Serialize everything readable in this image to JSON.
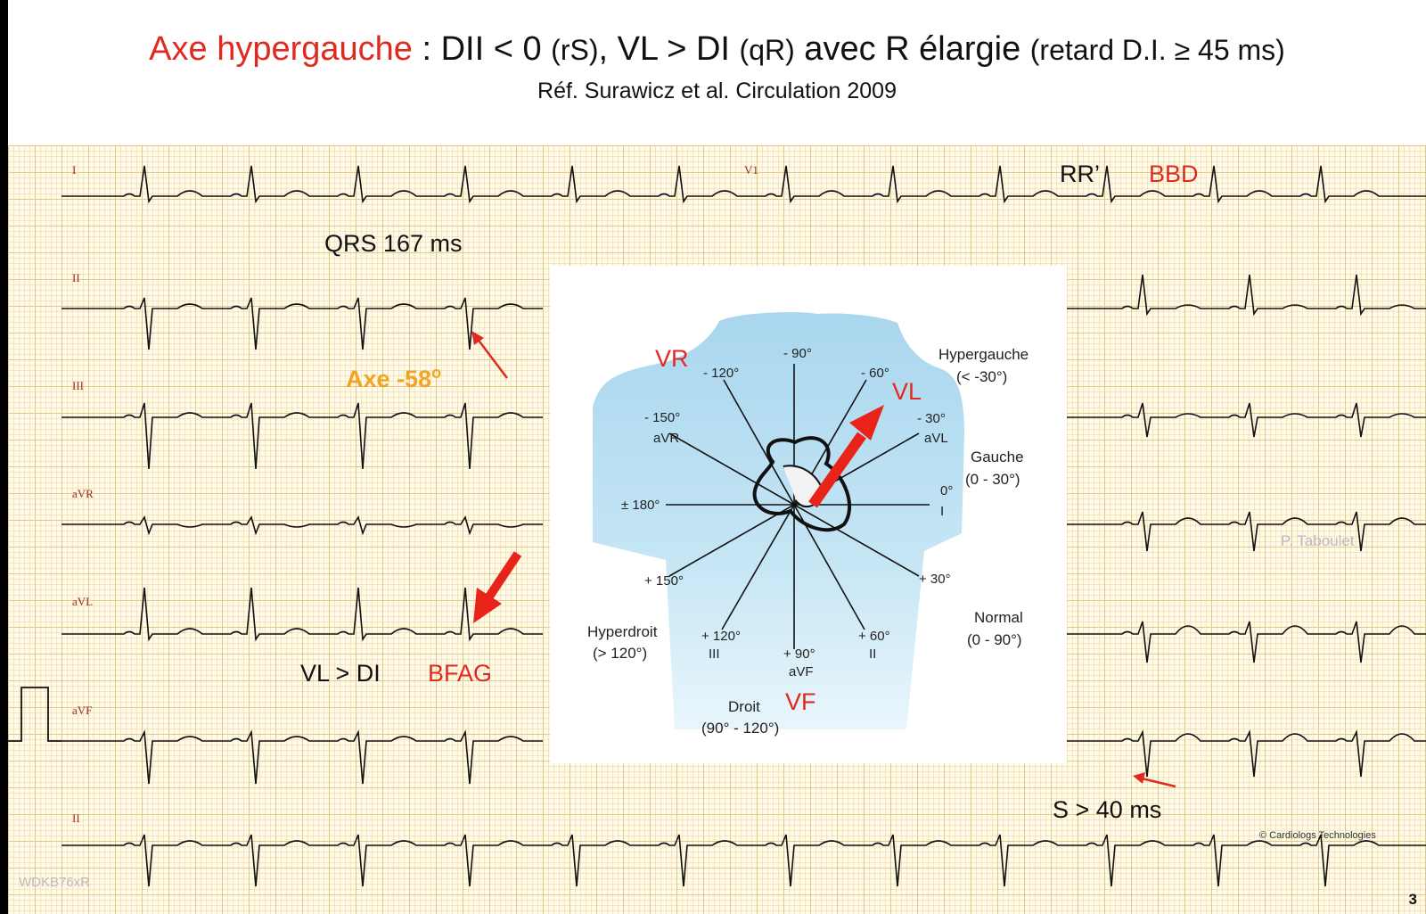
{
  "header": {
    "title_red": "Axe hypergauche",
    "title_a": " : DII < 0 ",
    "title_b": "(rS)",
    "title_c": ", VL > DI ",
    "title_d": "(qR)",
    "title_e": " avec R élargie ",
    "title_f": "(retard D.I. ≥ 45 ms)",
    "subtitle": "Réf. Surawicz et al. Circulation 2009"
  },
  "ecg": {
    "leads": [
      "I",
      "V1",
      "II",
      "III",
      "aVR",
      "aVL",
      "aVF",
      "II"
    ],
    "annotations": {
      "qrs": "QRS 167 ms",
      "axis": "Axe -58",
      "axis_deg": "o",
      "vl_di": "VL > DI",
      "bfag": "BFAG",
      "rr": "RR’",
      "bbd": "BBD",
      "s40": "S > 40 ms"
    },
    "watermark": "P. Taboulet",
    "copyright": "© Cardiologs Technologies",
    "corner_code": "WDKB76xR",
    "page_number": "3"
  },
  "inset": {
    "vr": "VR",
    "vl": "VL",
    "vf": "VF",
    "angles": {
      "m90": "- 90°",
      "m120": "- 120°",
      "m60": "- 60°",
      "m150": "- 150°",
      "avr": "aVR",
      "m30": "- 30°",
      "avl": "aVL",
      "zero": "0°",
      "i": "I",
      "pm180": "± 180°",
      "p150": "+ 150°",
      "p30": "+ 30°",
      "p120": "+ 120°",
      "iii": "III",
      "p90": "+ 90°",
      "avf": "aVF",
      "p60": "+ 60°",
      "ii": "II"
    },
    "zones": {
      "hypergauche": "Hypergauche",
      "hypergauche_range": "(< -30°)",
      "gauche": "Gauche",
      "gauche_range": "(0 - 30°)",
      "normal": "Normal",
      "normal_range": "(0 - 90°)",
      "hyperdroit": "Hyperdroit",
      "hyperdroit_range": "(> 120°)",
      "droit": "Droit",
      "droit_range": "(90° - 120°)"
    },
    "colors": {
      "arrow": "#e8231a",
      "body": "#bfe2f3",
      "red_label": "#e02a1f"
    }
  }
}
